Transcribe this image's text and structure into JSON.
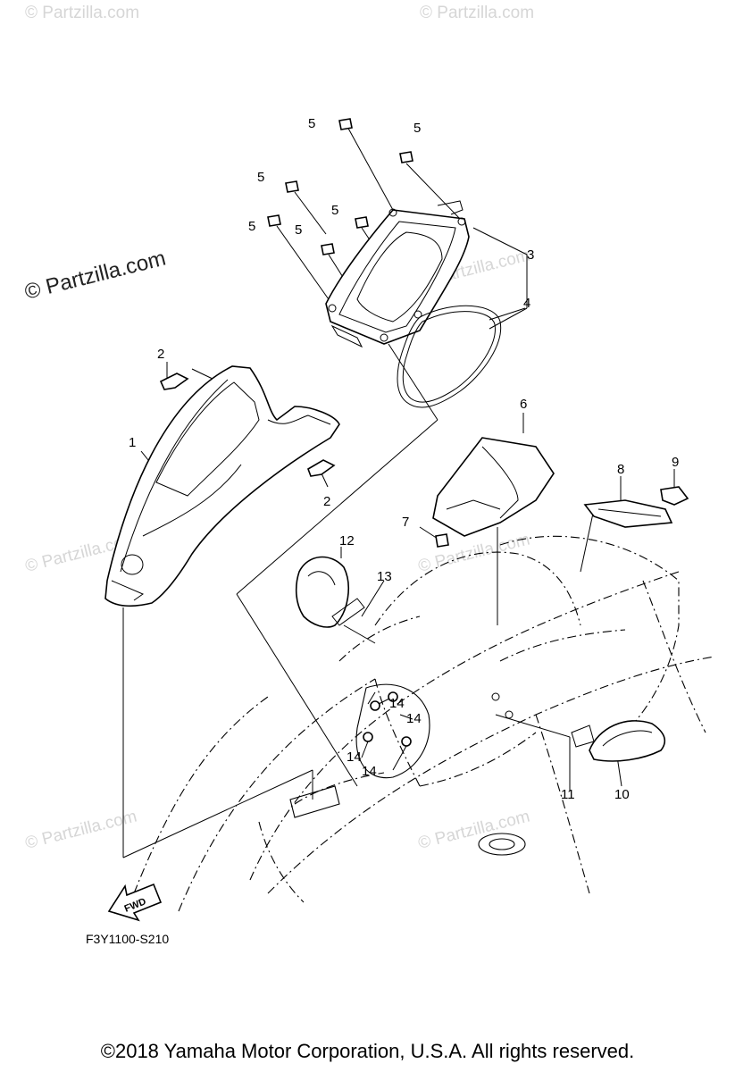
{
  "watermark": {
    "text": "© Partzilla.com"
  },
  "callouts": {
    "c1": "1",
    "c2a": "2",
    "c2b": "2",
    "c3": "3",
    "c4": "4",
    "c5a": "5",
    "c5b": "5",
    "c5c": "5",
    "c5d": "5",
    "c5e": "5",
    "c5f": "5",
    "c6": "6",
    "c7": "7",
    "c8": "8",
    "c9": "9",
    "c10": "10",
    "c11": "11",
    "c12": "12",
    "c13": "13",
    "c14a": "14",
    "c14b": "14",
    "c14c": "14",
    "c14d": "14"
  },
  "fwd_label": "FWD",
  "diagram_code": "F3Y1100-S210",
  "copyright": "©2018  Yamaha Motor Corporation, U.S.A. All rights reserved."
}
